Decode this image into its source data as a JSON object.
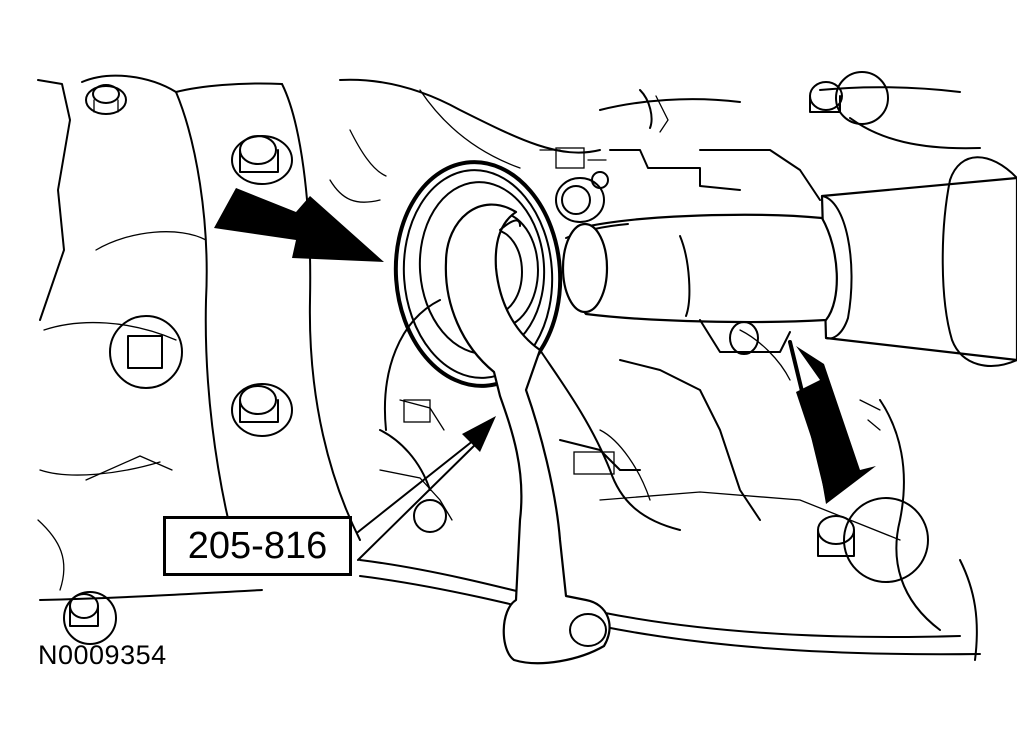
{
  "diagram": {
    "tool_callout": "205-816",
    "figure_id": "N0009354",
    "palette": {
      "line": "#000000",
      "background": "#ffffff"
    },
    "parts": [
      "transmission-case",
      "flange-bolt",
      "seal",
      "input-shaft",
      "holding-tool",
      "seal-installer"
    ]
  }
}
